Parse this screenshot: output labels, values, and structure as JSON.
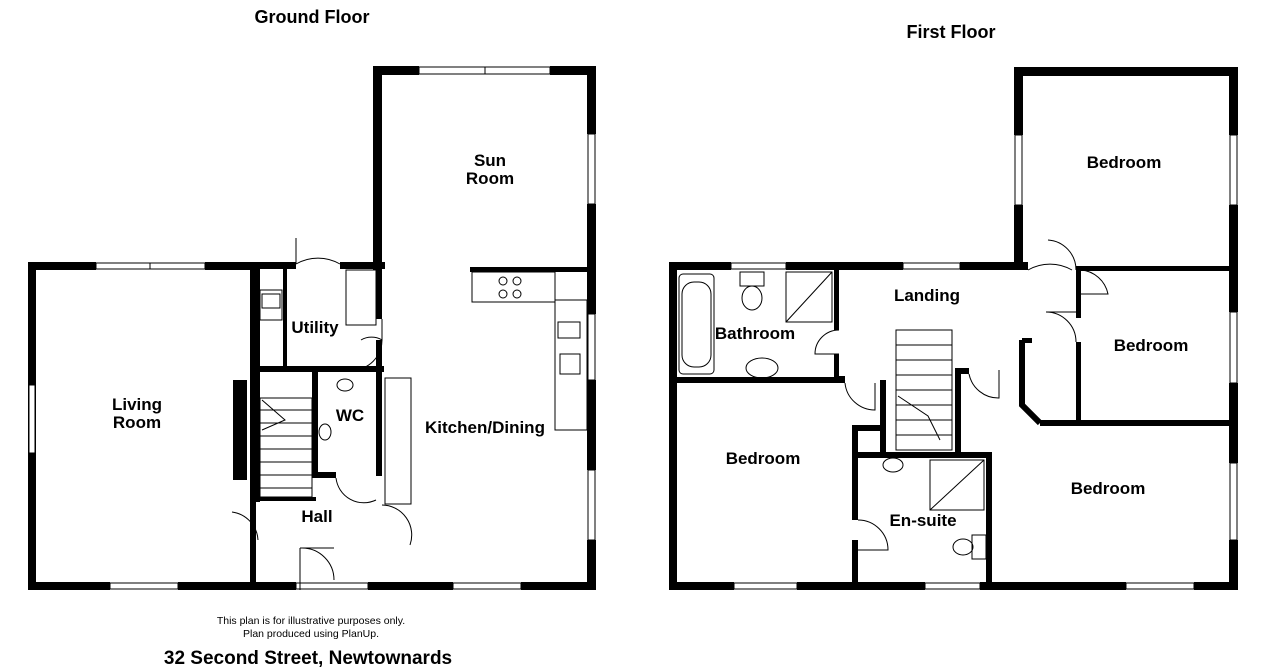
{
  "floors": {
    "ground": {
      "title": "Ground Floor",
      "rooms": {
        "sun_room_line1": "Sun",
        "sun_room_line2": "Room",
        "utility": "Utility",
        "living_line1": "Living",
        "living_line2": "Room",
        "wc": "WC",
        "kitchen_dining": "Kitchen/Dining",
        "hall": "Hall"
      }
    },
    "first": {
      "title": "First Floor",
      "rooms": {
        "bedroom_top_right": "Bedroom",
        "landing": "Landing",
        "bathroom": "Bathroom",
        "bedroom_middle_right": "Bedroom",
        "bedroom_left": "Bedroom",
        "bedroom_bottom_right": "Bedroom",
        "en_suite": "En-suite"
      }
    }
  },
  "footer": {
    "note_line1": "This plan is for illustrative purposes only.",
    "note_line2": "Plan produced using PlanUp.",
    "address": "32 Second Street, Newtownards"
  }
}
